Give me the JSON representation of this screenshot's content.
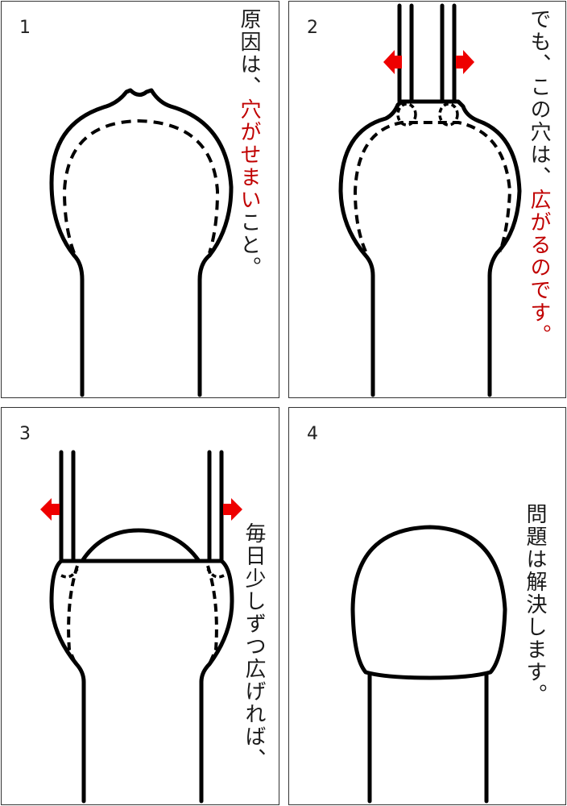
{
  "colors": {
    "outline": "#000000",
    "border": "#333333",
    "text": "#1a1a1a",
    "highlight": "#c00000",
    "arrow": "#ee0000"
  },
  "panels": [
    {
      "number": "1",
      "caption": {
        "before": "原因は、",
        "highlight": "穴がせまい",
        "after": "こと。"
      },
      "illustration": "narrow-opening-foreskin"
    },
    {
      "number": "2",
      "caption": {
        "before": "でも、この穴は、",
        "highlight": "広がるのです。",
        "after": ""
      },
      "illustration": "fingers-stretching-opening"
    },
    {
      "number": "3",
      "caption": {
        "before": "毎日少しずつ広げれば、",
        "highlight": "",
        "after": ""
      },
      "illustration": "opening-widened-glans-visible"
    },
    {
      "number": "4",
      "caption": {
        "before": "問題は解決します。",
        "highlight": "",
        "after": ""
      },
      "illustration": "fully-retracted-glans"
    }
  ],
  "icons": {
    "arrow_left": "red-arrow-left",
    "arrow_right": "red-arrow-right"
  }
}
